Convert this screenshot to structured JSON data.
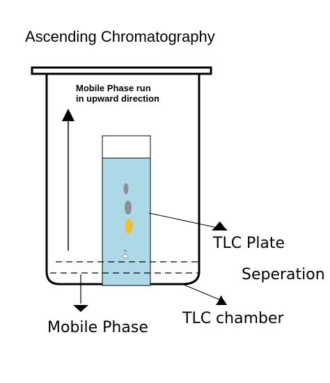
{
  "title": "Ascending Chromatography",
  "direction_note": {
    "line1": "Mobile Phase run",
    "line2": "in upward direction"
  },
  "labels": {
    "tlc_plate": "TLC Plate",
    "seperation": "Seperation",
    "tlc_chamber": "TLC chamber",
    "mobile_phase": "Mobile Phase"
  },
  "colors": {
    "outline": "#000000",
    "plate_fill": "#add8e6",
    "spot_grey": "#8e8e96",
    "spot_yellow": "#f0c030",
    "background": "#ffffff"
  }
}
